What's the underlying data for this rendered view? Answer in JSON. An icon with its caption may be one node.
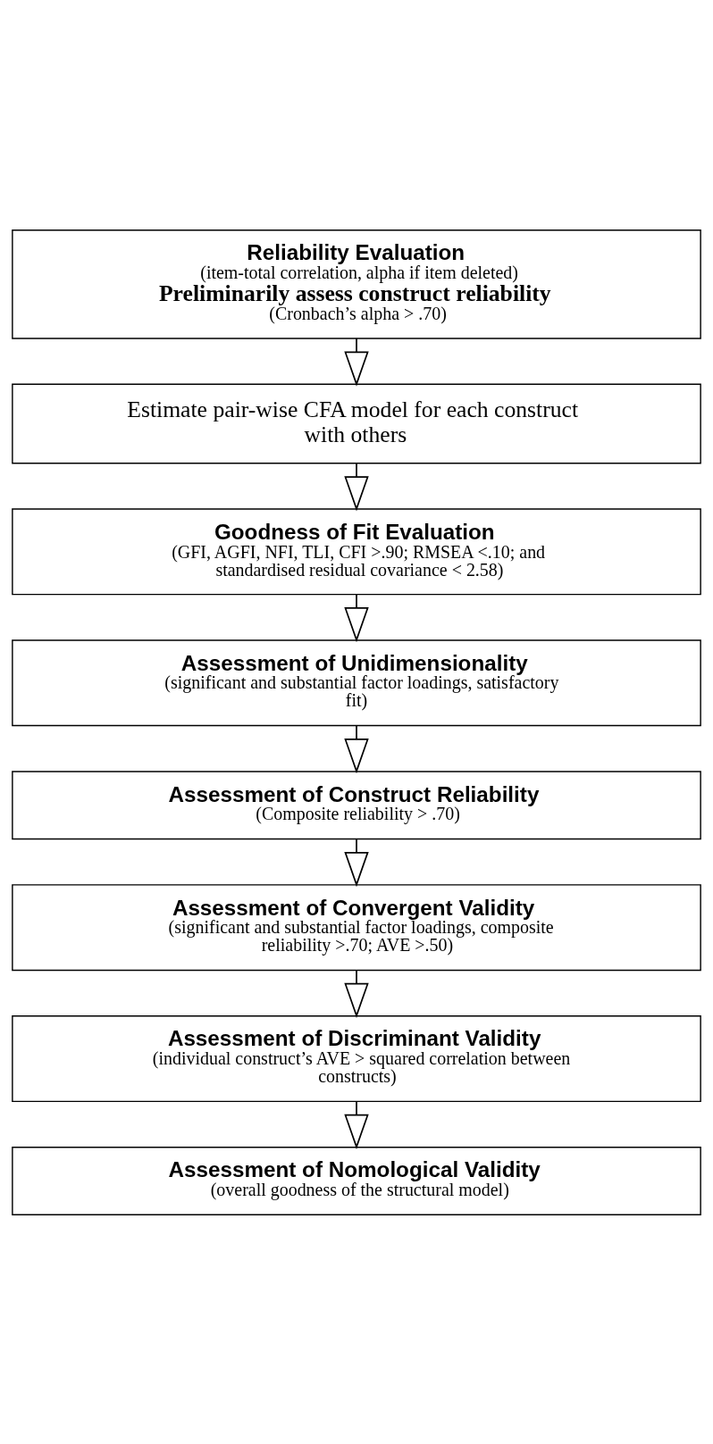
{
  "diagram": {
    "nodes": [
      {
        "text": [
          "Reliability Evaluation",
          "(item-total correlation, alpha if item deleted)",
          "Preliminarily assess construct reliability",
          "(Cronbach’s alpha > .70)"
        ]
      },
      {
        "text": [
          "Estimate pair-wise CFA model for each construct with others"
        ]
      },
      {
        "text": [
          "Goodness of Fit Evaluation",
          "(GFI, AGFI, NFI, TLI, CFI >.90; RMSEA <.10; and standardised residual covariance < 2.58)"
        ]
      },
      {
        "text": [
          "Assessment of Unidimensionality",
          "(significant and substantial factor loadings, satisfactory fit)"
        ]
      },
      {
        "text": [
          "Assessment of Construct Reliability",
          "(Composite reliability > .70)"
        ]
      },
      {
        "text": [
          "Assessment of Convergent Validity",
          "(significant and substantial factor loadings, composite reliability >.70; AVE >.50)"
        ]
      },
      {
        "text": [
          "Assessment of Discriminant Validity",
          "(individual construct’s AVE > squared correlation between constructs)"
        ]
      },
      {
        "text": [
          "Assessment of Nomological Validity",
          "(overall goodness of the structural model)"
        ]
      }
    ],
    "edges": [
      {
        "from": 0,
        "to": 1,
        "arrow": "to"
      },
      {
        "from": 1,
        "to": 2,
        "arrow": "to"
      },
      {
        "from": 2,
        "to": 3,
        "arrow": "to"
      },
      {
        "from": 3,
        "to": 4,
        "arrow": "to"
      },
      {
        "from": 4,
        "to": 5,
        "arrow": "to"
      },
      {
        "from": 5,
        "to": 6,
        "arrow": "to"
      },
      {
        "from": 6,
        "to": 7,
        "arrow": "to"
      }
    ]
  }
}
